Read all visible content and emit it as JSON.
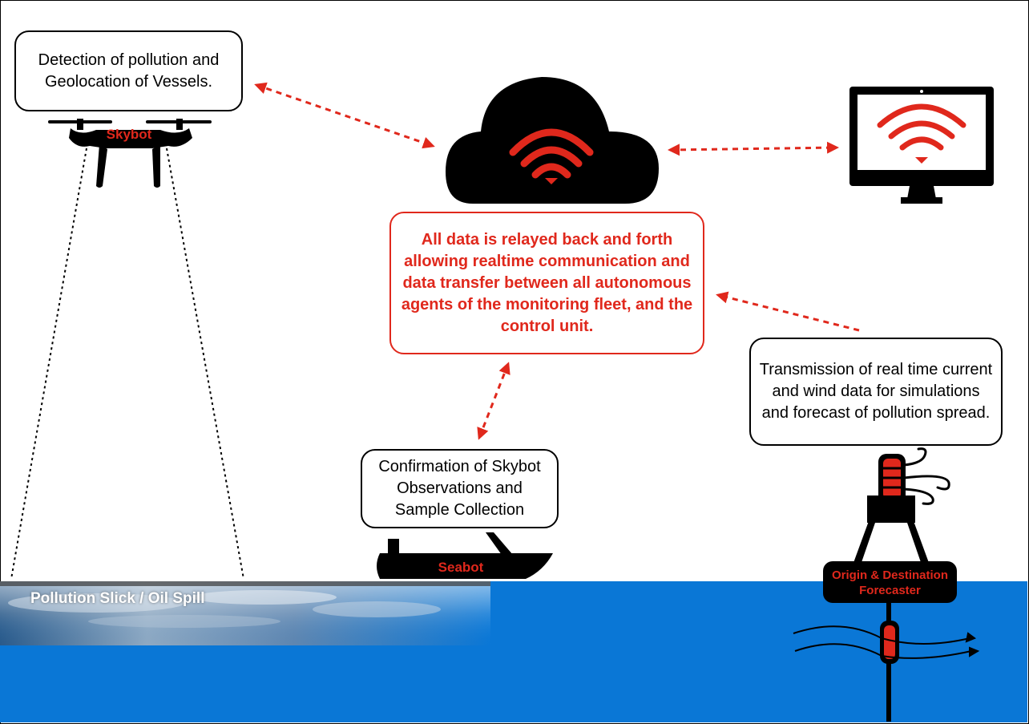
{
  "boxes": {
    "detection": "Detection of pollution and Geolocation of Vessels.",
    "relay": "All data is relayed back and forth allowing realtime communication and data transfer between all autonomous agents of the monitoring fleet, and the control unit.",
    "transmission": "Transmission of real time current and wind data for simulations and forecast of pollution spread.",
    "confirmation": "Confirmation of Skybot Observations and Sample Collection"
  },
  "labels": {
    "skybot": "Skybot",
    "seabot": "Seabot",
    "forecaster": "Origin & Destination Forecaster",
    "slick": "Pollution Slick / Oil Spill"
  },
  "colors": {
    "accent_red": "#e0281c",
    "sea_blue": "#0a77d6",
    "black": "#000000"
  },
  "icons": [
    "drone-icon",
    "cloud-wifi-icon",
    "monitor-wifi-icon",
    "boat-icon",
    "buoy-icon",
    "wind-icon",
    "current-icon"
  ]
}
